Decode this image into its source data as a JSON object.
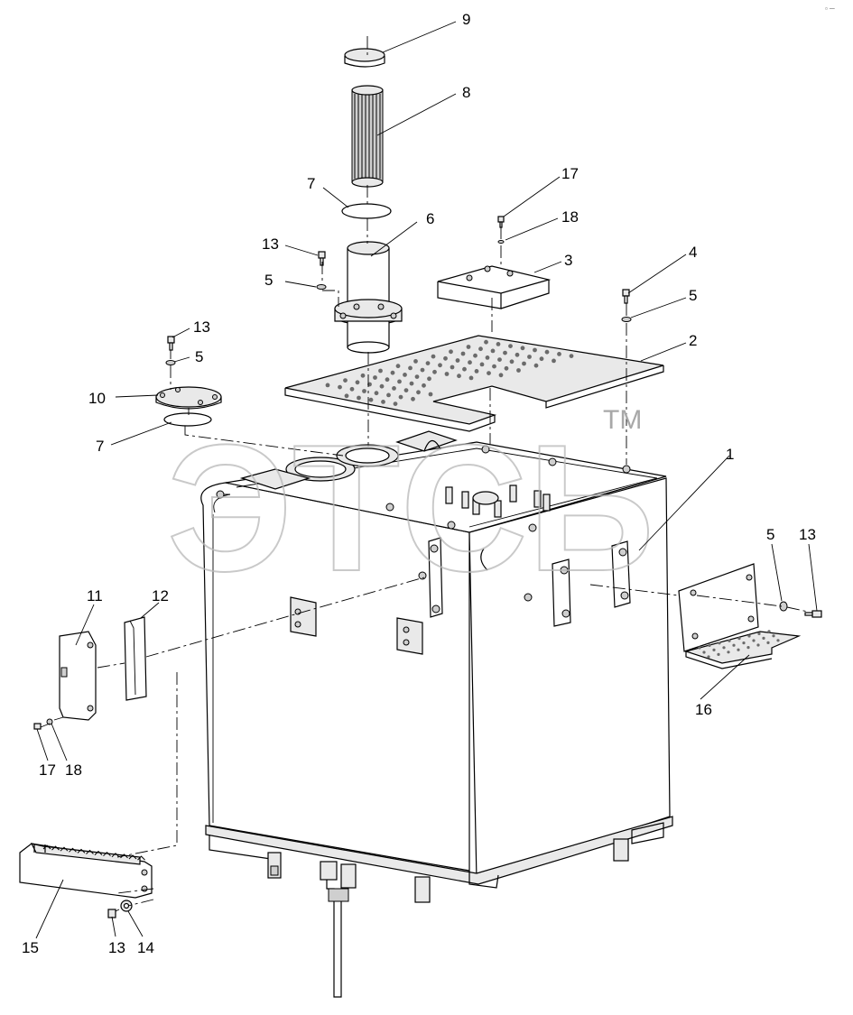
{
  "watermark": {
    "text": "ЭТСЬ",
    "trademark": "TM"
  },
  "corner_mark": "▫ ─",
  "callouts": [
    {
      "id": "c9",
      "label": "9"
    },
    {
      "id": "c8",
      "label": "8"
    },
    {
      "id": "c7a",
      "label": "7"
    },
    {
      "id": "c6",
      "label": "6"
    },
    {
      "id": "c13a",
      "label": "13"
    },
    {
      "id": "c5a",
      "label": "5"
    },
    {
      "id": "c17a",
      "label": "17"
    },
    {
      "id": "c18a",
      "label": "18"
    },
    {
      "id": "c3",
      "label": "3"
    },
    {
      "id": "c4",
      "label": "4"
    },
    {
      "id": "c5b",
      "label": "5"
    },
    {
      "id": "c2",
      "label": "2"
    },
    {
      "id": "c13b",
      "label": "13"
    },
    {
      "id": "c5c",
      "label": "5"
    },
    {
      "id": "c10",
      "label": "10"
    },
    {
      "id": "c7b",
      "label": "7"
    },
    {
      "id": "c1",
      "label": "1"
    },
    {
      "id": "c5d",
      "label": "5"
    },
    {
      "id": "c13c",
      "label": "13"
    },
    {
      "id": "c11",
      "label": "11"
    },
    {
      "id": "c12",
      "label": "12"
    },
    {
      "id": "c16",
      "label": "16"
    },
    {
      "id": "c17b",
      "label": "17"
    },
    {
      "id": "c18b",
      "label": "18"
    },
    {
      "id": "c15",
      "label": "15"
    },
    {
      "id": "c13d",
      "label": "13"
    },
    {
      "id": "c14",
      "label": "14"
    }
  ]
}
